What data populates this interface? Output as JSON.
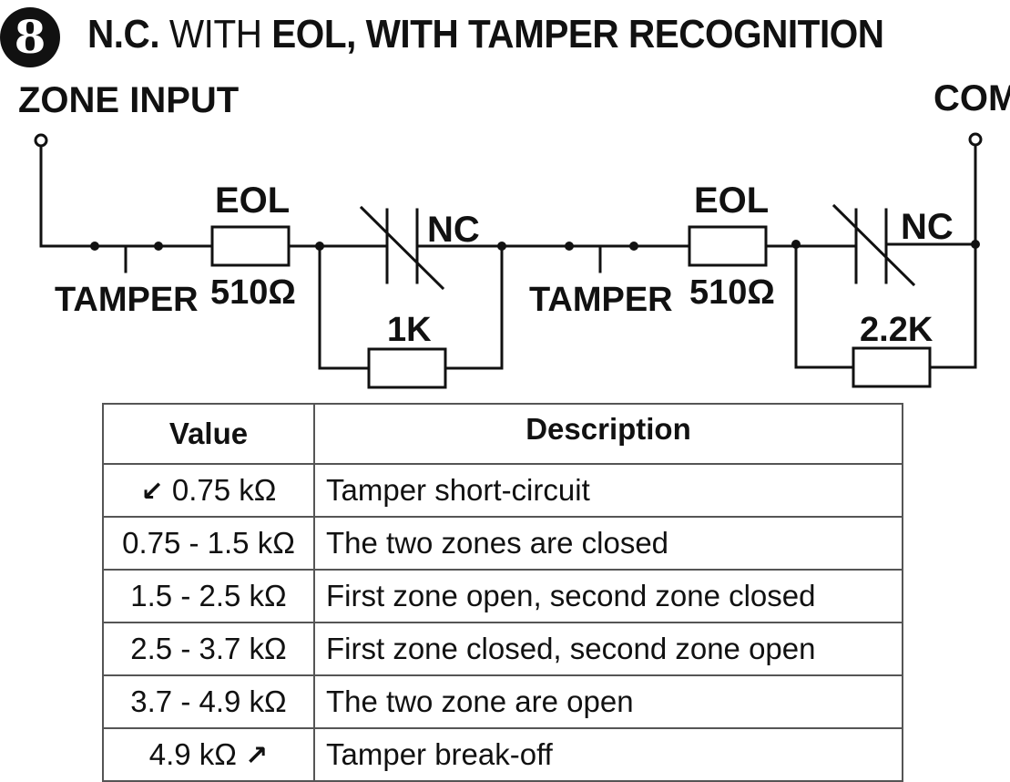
{
  "header": {
    "number": "8",
    "title_part1": "N.C.",
    "title_part2": " WITH ",
    "title_part3": "EOL, WITH TAMPER RECOGNITION"
  },
  "diagram": {
    "zone_input_label": "ZONE INPUT",
    "com_label": "COM",
    "zone1": {
      "eol_label": "EOL",
      "eol_value": "510Ω",
      "tamper_label": "TAMPER",
      "contact_label": "NC",
      "parallel_resistor": "1K"
    },
    "zone2": {
      "eol_label": "EOL",
      "eol_value": "510Ω",
      "tamper_label": "TAMPER",
      "contact_label": "NC",
      "parallel_resistor": "2.2K"
    }
  },
  "table": {
    "headers": {
      "value": "Value",
      "description": "Description"
    },
    "rows": [
      {
        "value": "0.75 kΩ",
        "arrow": "↙",
        "arrow_position": "before",
        "description": "Tamper short-circuit"
      },
      {
        "value": "0.75 - 1.5 kΩ",
        "description": "The two zones are closed"
      },
      {
        "value": "1.5 - 2.5 kΩ",
        "description": "First zone open, second zone closed"
      },
      {
        "value": "2.5 - 3.7 kΩ",
        "description": "First zone closed, second zone open"
      },
      {
        "value": "3.7 - 4.9 kΩ",
        "description": "The two zone are open"
      },
      {
        "value": "4.9 kΩ",
        "arrow": "↗",
        "arrow_position": "after",
        "description": "Tamper break-off"
      }
    ]
  }
}
